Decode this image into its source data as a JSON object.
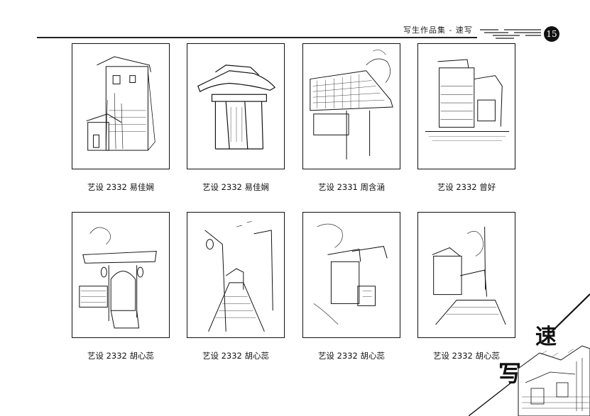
{
  "header": {
    "title": "写生作品集 - 速写",
    "page_number": "15"
  },
  "gallery": [
    {
      "caption": "艺设 2332 易佳娴"
    },
    {
      "caption": "艺设 2332 易佳娴"
    },
    {
      "caption": "艺设 2331 周含涵"
    },
    {
      "caption": "艺设 2332 曾好"
    },
    {
      "caption": "艺设 2332 胡心蕊"
    },
    {
      "caption": "艺设 2332 胡心蕊"
    },
    {
      "caption": "艺设 2332 胡心蕊"
    },
    {
      "caption": "艺设 2332 胡心蕊"
    }
  ],
  "corner": {
    "char_1": "速",
    "char_2": "写"
  }
}
